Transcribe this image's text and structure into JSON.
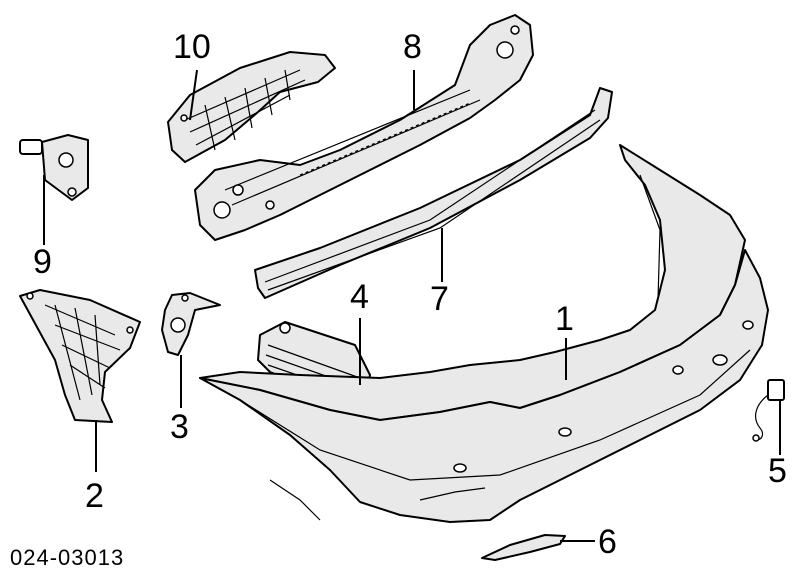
{
  "diagram": {
    "code": "024-03013",
    "callouts": {
      "c1": "1",
      "c2": "2",
      "c3": "3",
      "c4": "4",
      "c5": "5",
      "c6": "6",
      "c7": "7",
      "c8": "8",
      "c9": "9",
      "c10": "10"
    }
  }
}
